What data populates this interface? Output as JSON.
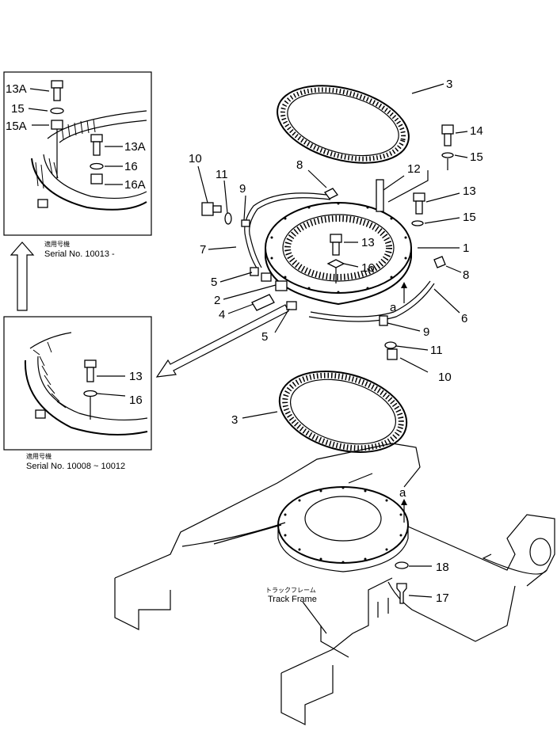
{
  "inset_top": {
    "caption_jp": "適用号機",
    "caption_serial": "Serial No. 10013 -",
    "labels": [
      "13A",
      "15",
      "15A",
      "13A",
      "16",
      "16A"
    ]
  },
  "inset_bottom": {
    "caption_jp": "適用号機",
    "caption_serial": "Serial No. 10008 ~ 10012",
    "labels": [
      "13",
      "16"
    ]
  },
  "main_labels": [
    "3",
    "14",
    "15",
    "10",
    "11",
    "8",
    "12",
    "9",
    "13",
    "15",
    "7",
    "13",
    "1",
    "16",
    "5",
    "8",
    "2",
    "4",
    "6",
    "9",
    "5",
    "11",
    "10",
    "3",
    "18",
    "17"
  ],
  "reference_marks": [
    "a",
    "a"
  ],
  "track_frame": {
    "jp": "トラックフレーム",
    "en": "Track Frame"
  }
}
